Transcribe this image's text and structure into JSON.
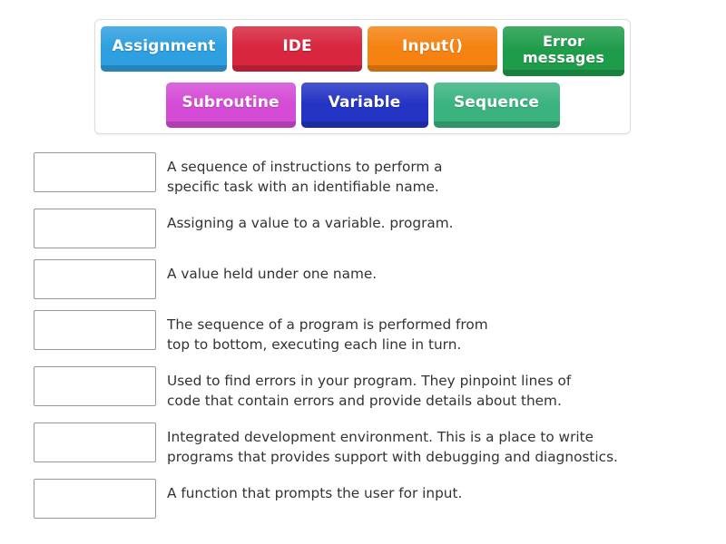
{
  "tile_bank": {
    "rows": [
      [
        {
          "label": "Assignment",
          "color": "#2e9fe0",
          "name": "tile-assignment"
        },
        {
          "label": "IDE",
          "color": "#d7263d",
          "name": "tile-ide"
        },
        {
          "label": "Input()",
          "color": "#f58211",
          "name": "tile-input"
        },
        {
          "label": "Error\nmessages",
          "color": "#1f9c4a",
          "name": "tile-error-messages"
        }
      ],
      [
        {
          "label": "Subroutine",
          "color": "#d44bd6",
          "name": "tile-subroutine"
        },
        {
          "label": "Variable",
          "color": "#2434c4",
          "name": "tile-variable"
        },
        {
          "label": "Sequence",
          "color": "#3bb37f",
          "name": "tile-sequence"
        }
      ]
    ]
  },
  "match_rows": [
    {
      "answer": "",
      "definition": "A sequence of instructions to perform a\nspecific task with an identifiable name."
    },
    {
      "answer": "",
      "definition": "Assigning a value to a variable. program."
    },
    {
      "answer": "",
      "definition": "A value held under one name."
    },
    {
      "answer": "",
      "definition": "The sequence of a program is performed from\ntop to bottom, executing each line in turn."
    },
    {
      "answer": "",
      "definition": "Used to find errors in your program. They pinpoint lines of\ncode that contain errors and provide details about them."
    },
    {
      "answer": "",
      "definition": "Integrated development environment. This is a place to write\nprograms that provides support with debugging and diagnostics."
    },
    {
      "answer": "",
      "definition": "A function that prompts the user for input."
    }
  ]
}
